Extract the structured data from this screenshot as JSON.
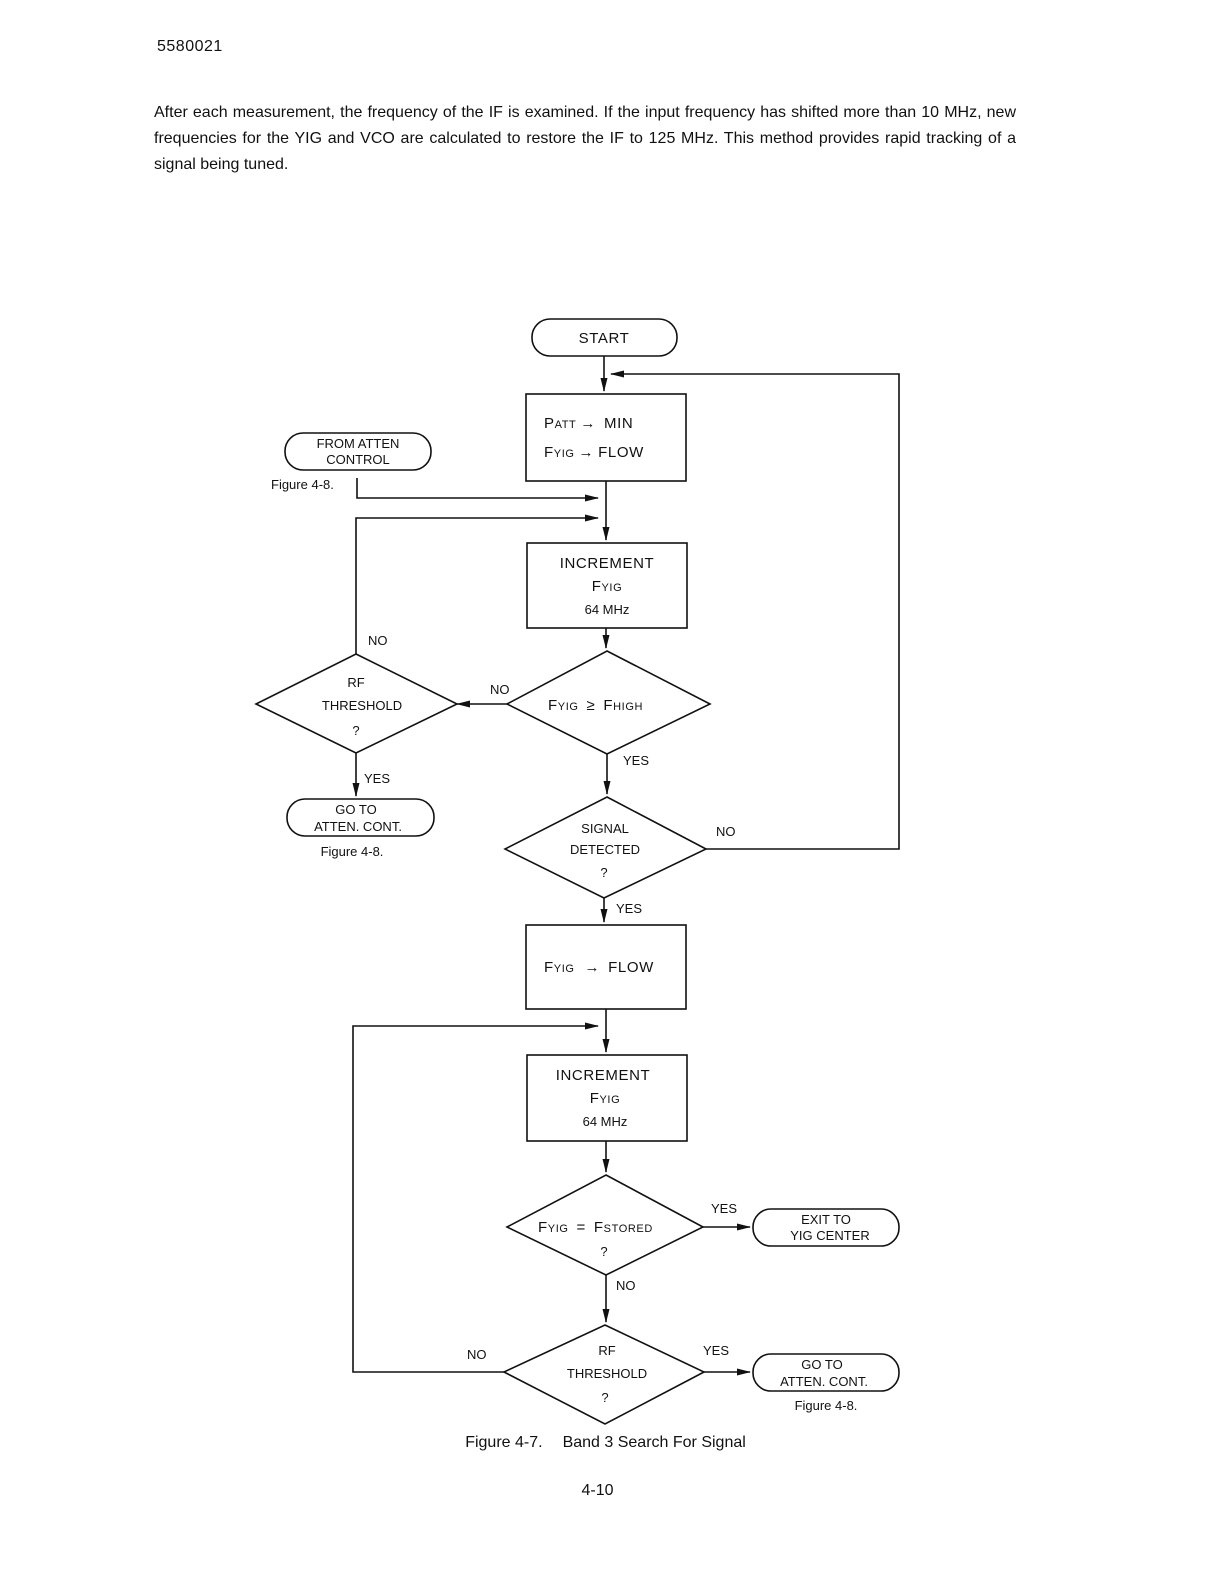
{
  "doc_number": "5580021",
  "intro_text": "After each  measurement, the frequency of the IF is examined. If the input frequency has shifted more than 10 MHz, new frequencies for the YIG and VCO are calculated to restore the IF to 125 MHz. This method provides rapid tracking of a signal being tuned.",
  "flowchart": {
    "start": "START",
    "init_box": {
      "line1": {
        "main": "P",
        "sub": "ATT",
        "arrow": "→",
        "rhs": "MIN"
      },
      "line2": {
        "main": "F",
        "sub": "YIG",
        "arrow": "→",
        "rhs_main": "F",
        "rhs_sub": "LOW"
      }
    },
    "from_atten": {
      "line1": "FROM  ATTEN",
      "line2": "CONTROL",
      "ref": "Figure 4-8."
    },
    "increment_1": {
      "line1": "INCREMENT",
      "line2_main": "F",
      "line2_sub": "YIG",
      "line3": "64 MHz"
    },
    "compare_high": {
      "lhs_main": "F",
      "lhs_sub": "YIG",
      "op": "≥",
      "rhs_main": "F",
      "rhs_sub": "HIGH"
    },
    "rf_threshold_1": {
      "line1": "RF",
      "line2": "THRESHOLD",
      "line3": "?"
    },
    "goto_atten_1": {
      "line1": "GO TO",
      "line2": "ATTEN. CONT.",
      "ref": "Figure 4-8."
    },
    "signal_detected": {
      "line1": "SIGNAL",
      "line2": "DETECTED",
      "line3": "?"
    },
    "set_low_box": {
      "lhs_main": "F",
      "lhs_sub": "YIG",
      "arrow": "→",
      "rhs_main": "F",
      "rhs_sub": "LOW"
    },
    "increment_2": {
      "line1": "INCREMENT",
      "line2_main": "F",
      "line2_sub": "YIG",
      "line3": "64 MHz"
    },
    "compare_stored": {
      "lhs_main": "F",
      "lhs_sub": "YIG",
      "op": "=",
      "rhs_main": "F",
      "rhs_sub": "STORED",
      "line2": "?"
    },
    "exit_yig": {
      "line1": "EXIT  TO",
      "line2": "YIG  CENTER"
    },
    "rf_threshold_2": {
      "line1": "RF",
      "line2": "THRESHOLD",
      "line3": "?"
    },
    "goto_atten_2": {
      "line1": "GO TO",
      "line2": "ATTEN. CONT.",
      "ref": "Figure 4-8."
    },
    "labels": {
      "no_rf1_loop": "NO",
      "no_high": "NO",
      "yes_high": "YES",
      "yes_rf1": "YES",
      "no_signal": "NO",
      "yes_signal": "YES",
      "yes_stored": "YES",
      "no_stored": "NO",
      "no_rf2": "NO",
      "yes_rf2": "YES"
    }
  },
  "caption": {
    "number": "Figure 4-7.",
    "title": "Band 3 Search For Signal"
  },
  "page_number": "4-10"
}
